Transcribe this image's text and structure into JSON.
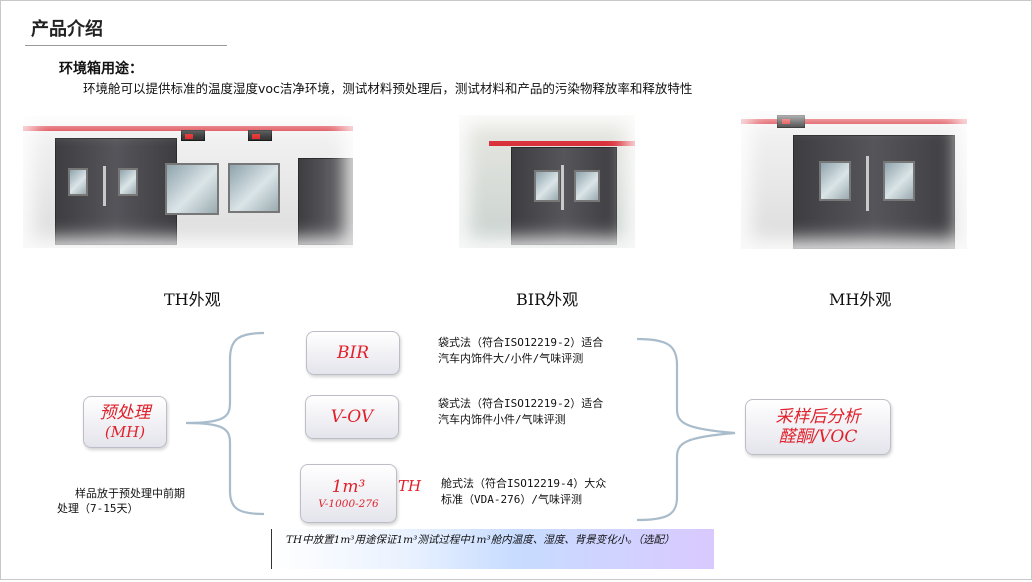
{
  "header": {
    "title": "产品介绍"
  },
  "intro": {
    "subtitle": "环境箱用途：",
    "description": "环境舱可以提供标准的温度湿度voc洁净环境，测试材料预处理后，测试材料和产品的污染物释放率和释放特性"
  },
  "photos": [
    {
      "caption": "TH外观"
    },
    {
      "caption": "BIR外观"
    },
    {
      "caption": "MH外观"
    }
  ],
  "diagram": {
    "left_box": {
      "line1": "预处理",
      "line2": "(MH)"
    },
    "left_note": "样品放于预处理中前期处理（7-15天）",
    "options": [
      {
        "label": "BIR",
        "note": "袋式法（符合ISO12219-2）适合汽车内饰件大/小件/气味评测"
      },
      {
        "label": "V-OV",
        "note": "袋式法（符合ISO12219-2）适合汽车内饰件小件/气味评测"
      },
      {
        "label_main": "1m³",
        "label_sub": "V-1000-276",
        "tag": "TH",
        "note": "舱式法（符合ISO12219-4）大众标准（VDA-276）/气味评测"
      }
    ],
    "right_box": {
      "line1": "采样后分析",
      "line2": "醛酮/VOC"
    }
  },
  "banner": {
    "text": "TH中放置1m³用途保证1m³测试过程中1m³舱内温度、湿度、背景变化小。（选配）"
  },
  "colors": {
    "accent_red": "#e0212b",
    "banner_blue": "#c7dcff",
    "brace": "#a9bccb"
  }
}
